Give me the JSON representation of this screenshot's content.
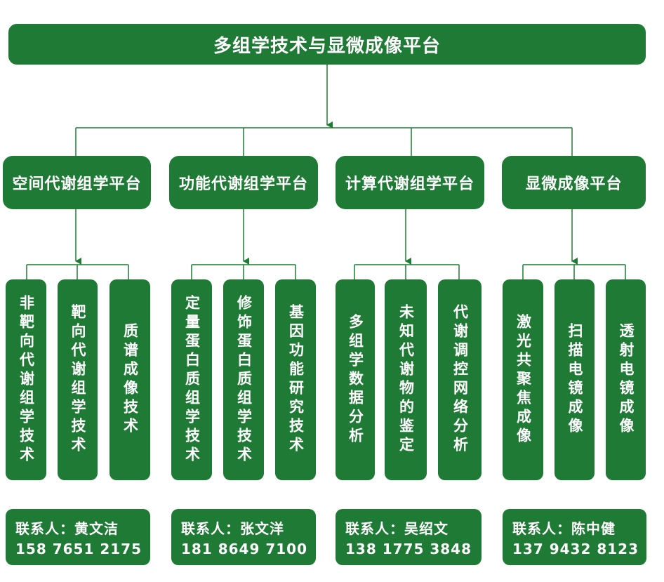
{
  "title": "多组学技术与显微成像平台",
  "colors": {
    "box": "#1e7a34",
    "line": "#1e7a34",
    "text": "#ffffff"
  },
  "categories": [
    {
      "label": "空间代谢组学平台",
      "items": [
        "非靶向代谢组学技术",
        "靶向代谢组学技术",
        "质谱成像技术"
      ],
      "contact": {
        "who": "联系人：黄文洁",
        "phone": "158 7651 2175"
      }
    },
    {
      "label": "功能代谢组学平台",
      "items": [
        "定量蛋白质组学技术",
        "修饰蛋白质组学技术",
        "基因功能研究技术"
      ],
      "contact": {
        "who": "联系人：张文洋",
        "phone": "181 8649 7100"
      }
    },
    {
      "label": "计算代谢组学平台",
      "items": [
        "多组学数据分析",
        "未知代谢物的鉴定",
        "代谢调控网络分析"
      ],
      "contact": {
        "who": "联系人：吴绍文",
        "phone": "138 1775 3848"
      }
    },
    {
      "label": "显微成像平台",
      "items": [
        "激光共聚焦成像",
        "扫描电镜成像",
        "透射电镜成像"
      ],
      "contact": {
        "who": "联系人：陈中健",
        "phone": "137 9432 8123"
      }
    }
  ]
}
